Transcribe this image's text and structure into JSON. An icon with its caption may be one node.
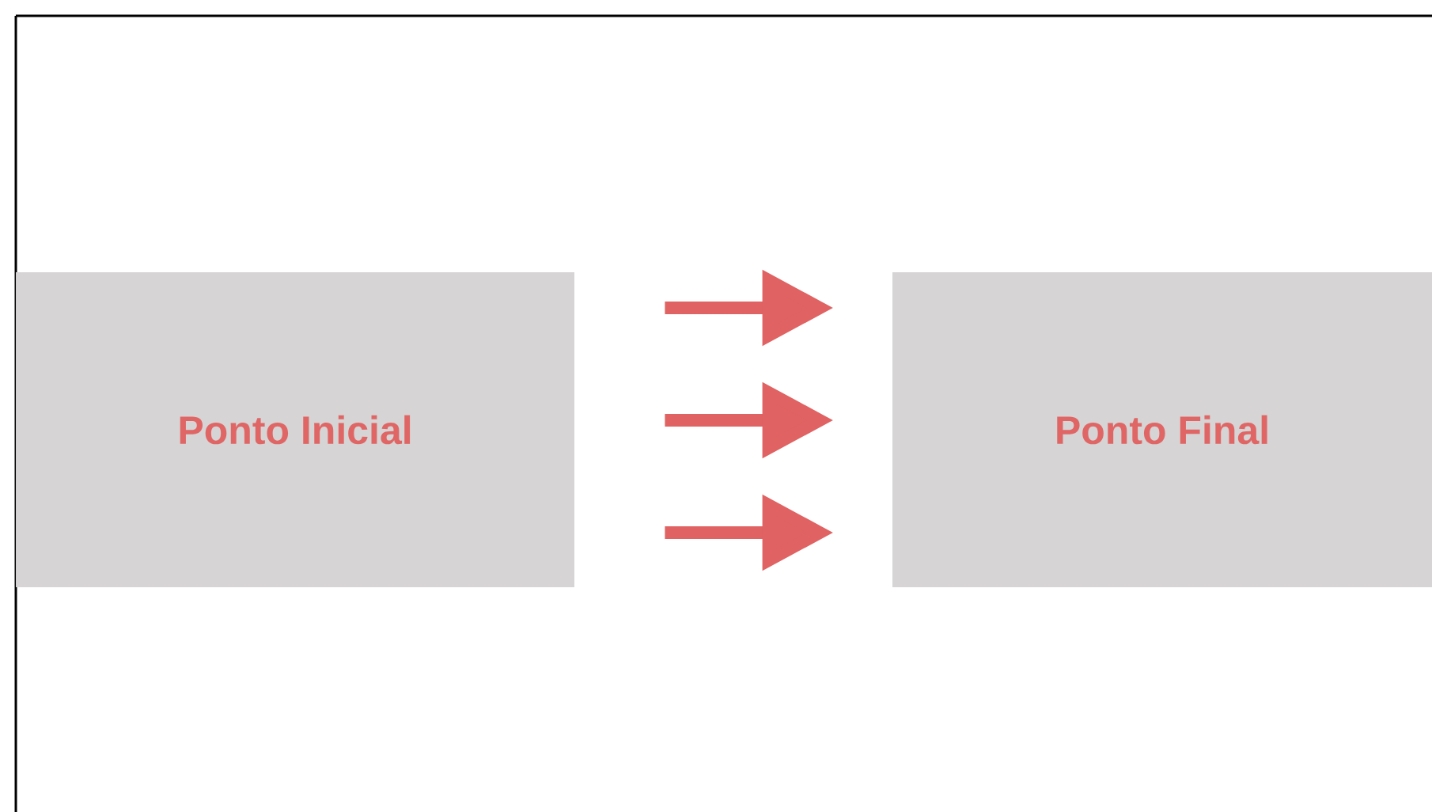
{
  "diagram": {
    "nodes": [
      {
        "text": [
          "Ponto Inicial"
        ]
      },
      {
        "text": [
          "Ponto Final"
        ]
      }
    ],
    "edges": [
      {
        "from": 0,
        "to": 1,
        "arrow": "to"
      },
      {
        "from": 0,
        "to": 1,
        "arrow": "to"
      },
      {
        "from": 0,
        "to": 1,
        "arrow": "to"
      }
    ]
  }
}
